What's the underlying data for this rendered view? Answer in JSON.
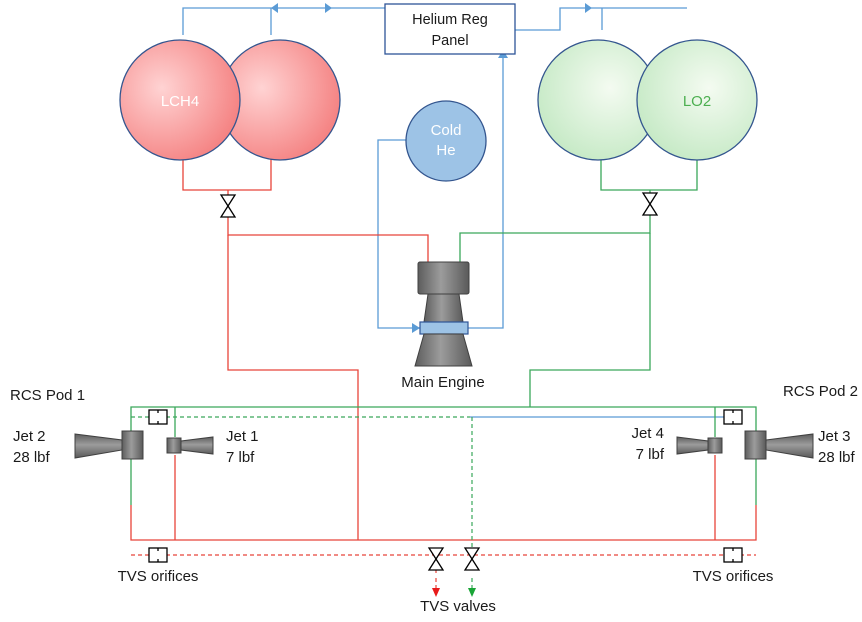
{
  "diagram": {
    "regulator_panel": {
      "line1": "Helium Reg",
      "line2": "Panel"
    },
    "fuel_tank_label": "LCH4",
    "oxidizer_tank_label": "LO2",
    "cold_helium": {
      "line1": "Cold",
      "line2": "He"
    },
    "main_engine_label": "Main Engine",
    "rcs_pod_1_label": "RCS Pod 1",
    "rcs_pod_2_label": "RCS Pod 2",
    "jets": [
      {
        "name": "Jet 2",
        "thrust": "28 lbf"
      },
      {
        "name": "Jet 1",
        "thrust": "7 lbf"
      },
      {
        "name": "Jet 4",
        "thrust": "7 lbf"
      },
      {
        "name": "Jet 3",
        "thrust": "28 lbf"
      }
    ],
    "tvs_orifices_left": "TVS orifices",
    "tvs_orifices_right": "TVS orifices",
    "tvs_valves_label": "TVS valves"
  },
  "colors": {
    "fuel_line": "#e8443a",
    "oxidizer_line": "#3aa85a",
    "helium_line": "#5b9bd5",
    "fuel_tank_fill": "#f47f7f",
    "oxidizer_tank_fill": "#c6ecc6",
    "cold_helium_fill": "#9dc3e6",
    "oxidizer_label_color": "#4caf50"
  }
}
